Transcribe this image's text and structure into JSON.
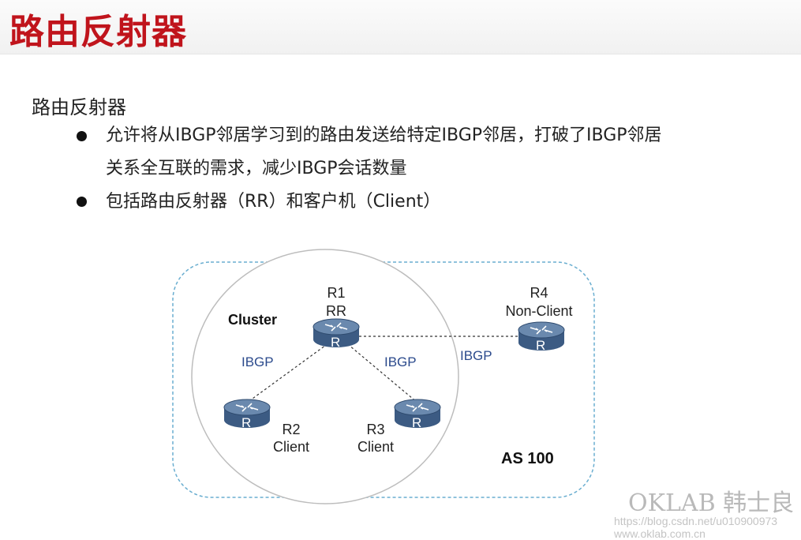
{
  "slide": {
    "title": "路由反射器",
    "subtitle": "路由反射器",
    "bullets": [
      {
        "line1": "允许将从IBGP邻居学习到的路由发送给特定IBGP邻居，打破了IBGP邻居",
        "line2": "关系全互联的需求，减少IBGP会话数量"
      },
      {
        "line1": "包括路由反射器（RR）和客户机（Client）"
      }
    ]
  },
  "diagram": {
    "as_label": "AS 100",
    "cluster_label": "Cluster",
    "link_label": "IBGP",
    "router_glyph": "R",
    "routers": {
      "r1": {
        "name": "R1",
        "role": "RR"
      },
      "r2": {
        "name": "R2",
        "role": "Client"
      },
      "r3": {
        "name": "R3",
        "role": "Client"
      },
      "r4": {
        "name": "R4",
        "role": "Non-Client"
      }
    },
    "colors": {
      "router_top": "#5f7fa6",
      "router_body": "#3c5b83",
      "link_text": "#2b4a8c",
      "title": "#c0141c"
    }
  },
  "watermark": {
    "brand": "OKLAB 韩士良",
    "url": "https://blog.csdn.net/u010900973 www.oklab.com.cn"
  }
}
